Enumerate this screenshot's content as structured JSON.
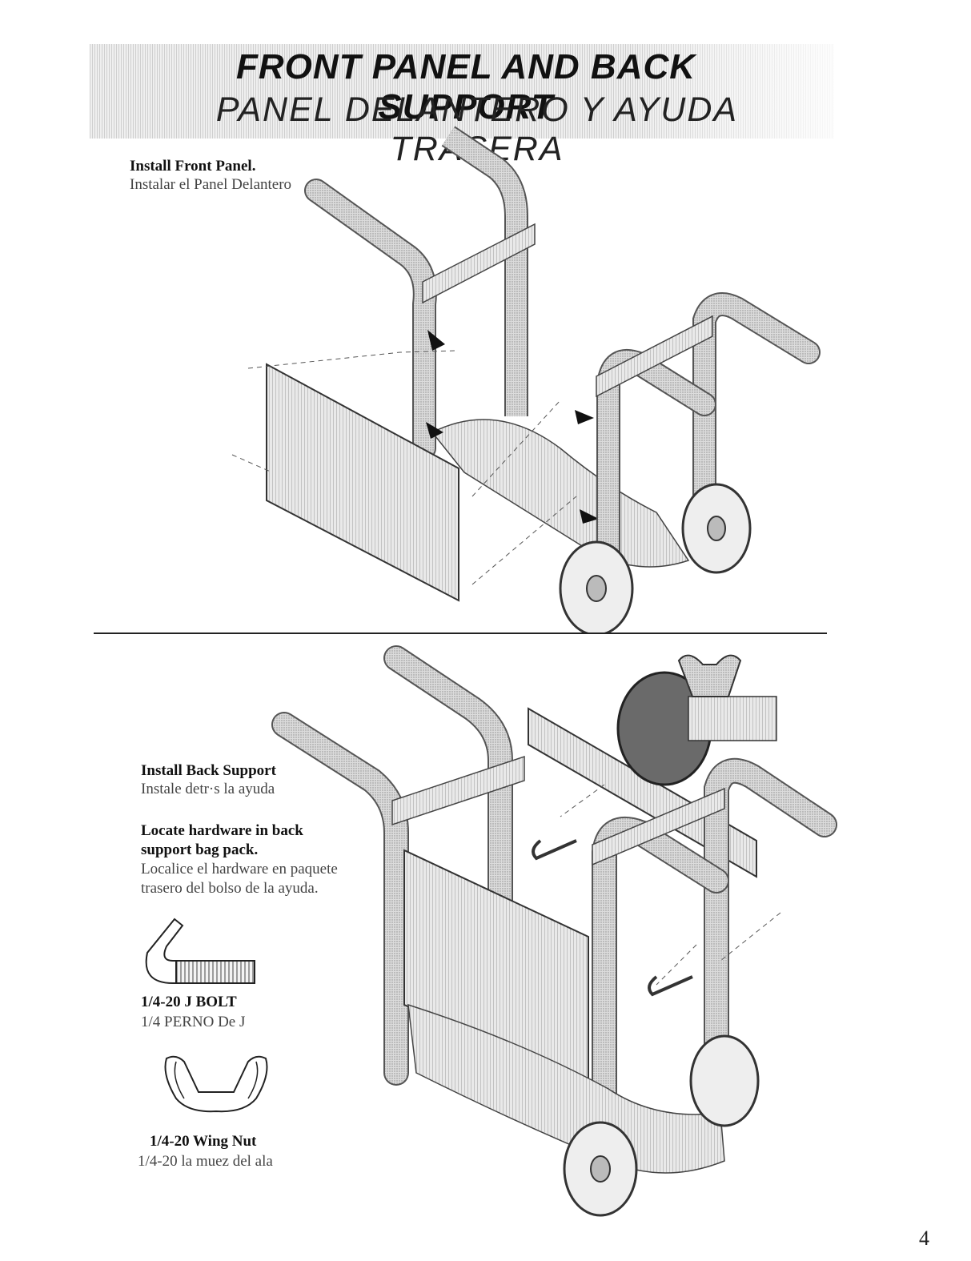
{
  "header": {
    "title_en": "FRONT PANEL AND BACK SUPPORT",
    "title_es": "PANEL DELANTERO Y AYUDA TRASERA"
  },
  "step1": {
    "title": "Install Front Panel.",
    "subtitle": "Instalar el Panel Delantero"
  },
  "step2": {
    "title": "Install Back Support",
    "subtitle": "Instale detr·s la ayuda",
    "locate_line1": "Locate hardware in back",
    "locate_line2": "support bag pack.",
    "locate_es_line1": "Localice el hardware en paquete",
    "locate_es_line2": "trasero del bolso de la ayuda."
  },
  "hardware": {
    "jbolt_name": "1/4-20 J BOLT",
    "jbolt_es": "1/4 PERNO De J",
    "wingnut_name": "1/4-20 Wing Nut",
    "wingnut_es": "1/4-20 la muez del ala"
  },
  "page_number": "4"
}
